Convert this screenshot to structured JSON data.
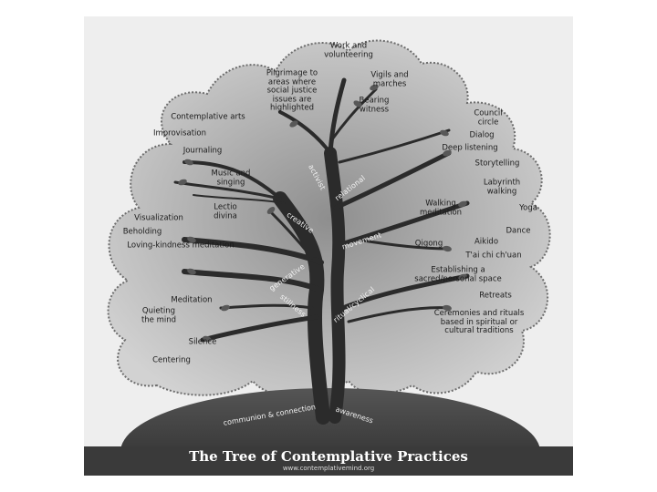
{
  "banner": {
    "title": "The Tree of Contemplative Practices",
    "url": "www.contemplativemind.org"
  },
  "branches": {
    "activist": "activist",
    "relational": "relational",
    "creative": "creative",
    "movement": "movement",
    "generative": "generative",
    "stillness": "stillness",
    "ritual_cyclical": "ritual/cyclical"
  },
  "roots": {
    "communion": "communion & connection",
    "awareness": "awareness"
  },
  "activist": {
    "work": "Work and\nvolunteering",
    "pilgrimage": "Pilgrimage to\nareas where\nsocial justice\nissues are\nhighlighted",
    "vigils": "Vigils and\nmarches",
    "bearing": "Bearing\nwitness"
  },
  "relational": {
    "council": "Council\ncircle",
    "dialog": "Dialog",
    "deep_listening": "Deep listening",
    "storytelling": "Storytelling"
  },
  "creative": {
    "contemplative_arts": "Contemplative arts",
    "improvisation": "Improvisation",
    "journaling": "Journaling",
    "music": "Music and\nsinging"
  },
  "generative": {
    "lectio": "Lectio\ndivina",
    "visualization": "Visualization",
    "beholding": "Beholding",
    "loving_kindness": "Loving-kindness meditation"
  },
  "movement": {
    "labyrinth": "Labyrinth\nwalking",
    "walking_meditation": "Walking\nmeditation",
    "yoga": "Yoga",
    "dance": "Dance",
    "qigong": "Qigong",
    "aikido": "Aikido",
    "taichi": "T'ai chi ch'uan"
  },
  "ritual": {
    "sacred_space": "Establishing a\nsacred/personal space",
    "retreats": "Retreats",
    "ceremonies": "Ceremonies and rituals\nbased in spiritual or\ncultural traditions"
  },
  "stillness": {
    "meditation": "Meditation",
    "quieting": "Quieting\nthe mind",
    "silence": "Silence",
    "centering": "Centering"
  }
}
